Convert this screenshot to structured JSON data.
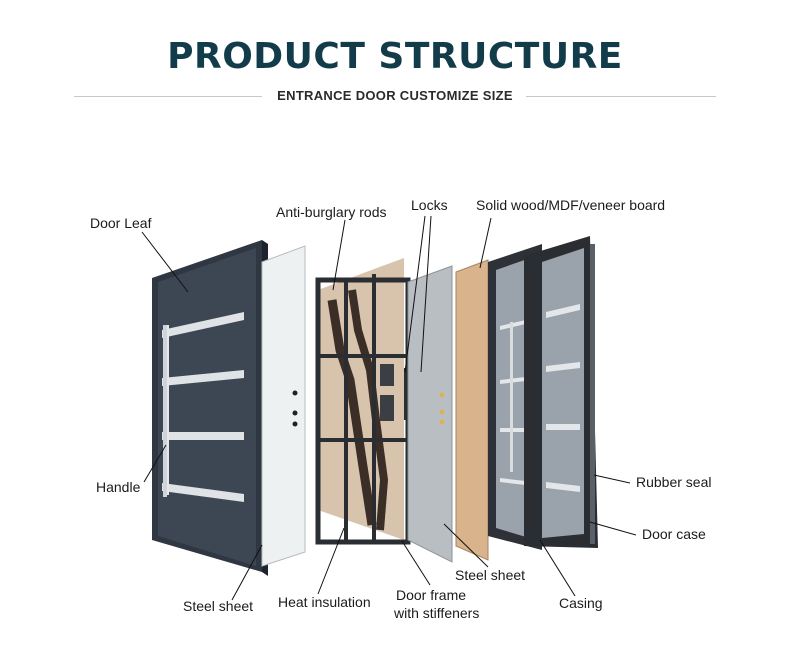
{
  "title": "PRODUCT STRUCTURE",
  "subtitle": "ENTRANCE DOOR CUSTOMIZE SIZE",
  "labels": {
    "door_leaf": "Door Leaf",
    "anti_burglary_rods": "Anti-burglary rods",
    "locks": "Locks",
    "solid_wood": "Solid wood/MDF/veneer board",
    "handle": "Handle",
    "rubber_seal": "Rubber seal",
    "door_case": "Door case",
    "steel_sheet_left": "Steel sheet",
    "heat_insulation": "Heat insulation",
    "door_frame_line1": "Door frame",
    "door_frame_line2": "with stiffeners",
    "steel_sheet_right": "Steel sheet",
    "casing": "Casing"
  },
  "colors": {
    "title": "#123c4a",
    "door_leaf": "#3a4350",
    "steel_sheet": "#e9eced",
    "insulation": "#e2c5a8",
    "wood_board": "#d9b48c",
    "casing_glass": "#9aa3ab",
    "frame_dark": "#2a2d31"
  }
}
